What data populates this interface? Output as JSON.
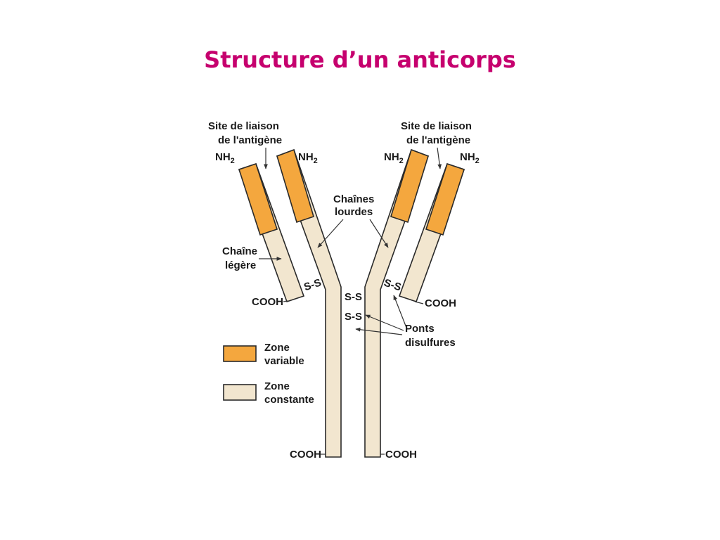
{
  "title": "Structure d’un anticorps",
  "colors": {
    "title": "#c6006e",
    "variable": "#f4a73e",
    "constant": "#f2e6cf",
    "outline": "#2a2a2a"
  },
  "labels": {
    "binding_site_left_1": "Site de liaison",
    "binding_site_left_2": "de l'antigène",
    "binding_site_right_1": "Site de liaison",
    "binding_site_right_2": "de l'antigène",
    "nh2_base": "NH",
    "nh2_sub": "2",
    "heavy_chains_1": "Chaînes",
    "heavy_chains_2": "lourdes",
    "light_chain_1": "Chaîne",
    "light_chain_2": "légère",
    "cooh": "COOH",
    "ss": "S-S",
    "disulfide_1": "Ponts",
    "disulfide_2": "disulfures"
  },
  "legend": {
    "variable_1": "Zone",
    "variable_2": "variable",
    "constant_1": "Zone",
    "constant_2": "constante"
  }
}
